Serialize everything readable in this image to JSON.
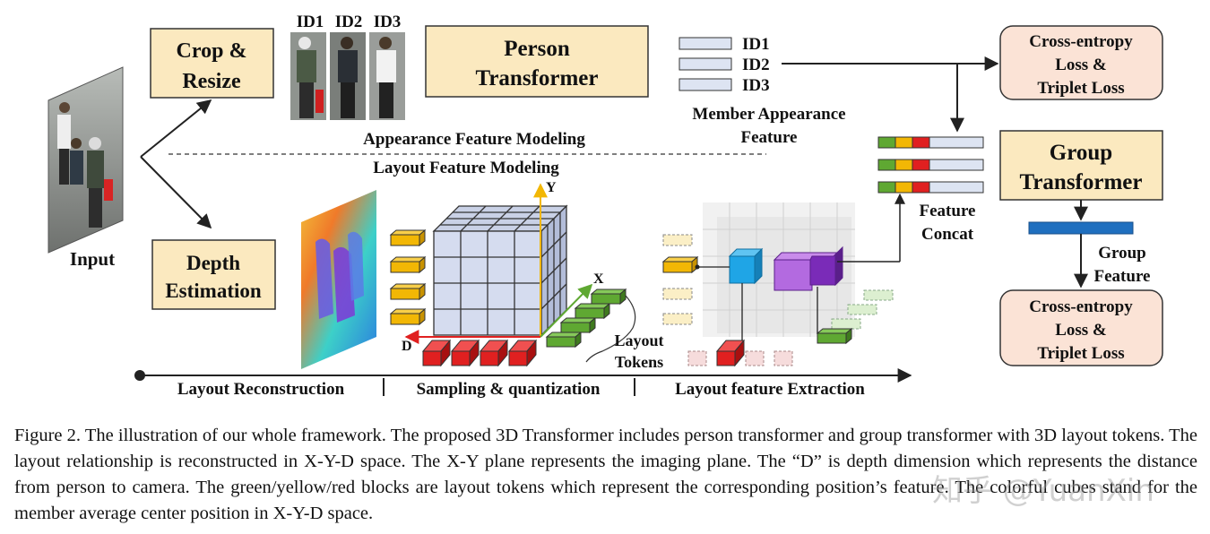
{
  "caption": "Figure 2. The illustration of our whole framework. The proposed 3D Transformer includes person transformer and group transformer with 3D layout tokens. The layout relationship is reconstructed in X-Y-D space. The X-Y plane represents the imaging plane. The “D” is depth dimension which represents the distance from person to camera. The green/yellow/red blocks are layout tokens which represent the corresponding position’s feature. The colorful cubes stand for the member average center position in X-Y-D space.",
  "watermark": "知乎 @YuanXin",
  "labels": {
    "input": "Input",
    "crop_resize": [
      "Crop &",
      "Resize"
    ],
    "depth_estimation": [
      "Depth",
      "Estimation"
    ],
    "person_transformer": [
      "Person",
      "Transformer"
    ],
    "ids": [
      "ID1",
      "ID2",
      "ID3"
    ],
    "member_feature": [
      "Member Appearance",
      "Feature"
    ],
    "loss_top": [
      "Cross-entropy",
      "Loss &",
      "Triplet Loss"
    ],
    "loss_bottom": [
      "Cross-entropy",
      "Loss &",
      "Triplet Loss"
    ],
    "group_transformer": [
      "Group",
      "Transformer"
    ],
    "group_feature": [
      "Group",
      "Feature"
    ],
    "feature_concat": [
      "Feature",
      "Concat"
    ],
    "appearance_modeling": "Appearance Feature Modeling",
    "layout_modeling": "Layout Feature Modeling",
    "axis_y": "Y",
    "axis_x": "X",
    "axis_d": "D",
    "layout_tokens": [
      "Layout",
      "Tokens"
    ],
    "stages": [
      "Layout Reconstruction",
      "Sampling & quantization",
      "Layout feature Extraction"
    ]
  },
  "colors": {
    "box_fill": "#fbe9bf",
    "loss_fill": "#fbe3d6",
    "token_yellow": "#f2b705",
    "token_green": "#5fa832",
    "token_red": "#e02020",
    "cube_blue": "#1fa5e6",
    "cube_purple": "#9b3fd2",
    "group_bar": "#1f6fbf",
    "feature_bar": "#dde4f2",
    "grid_cube": "#d5dcef"
  }
}
